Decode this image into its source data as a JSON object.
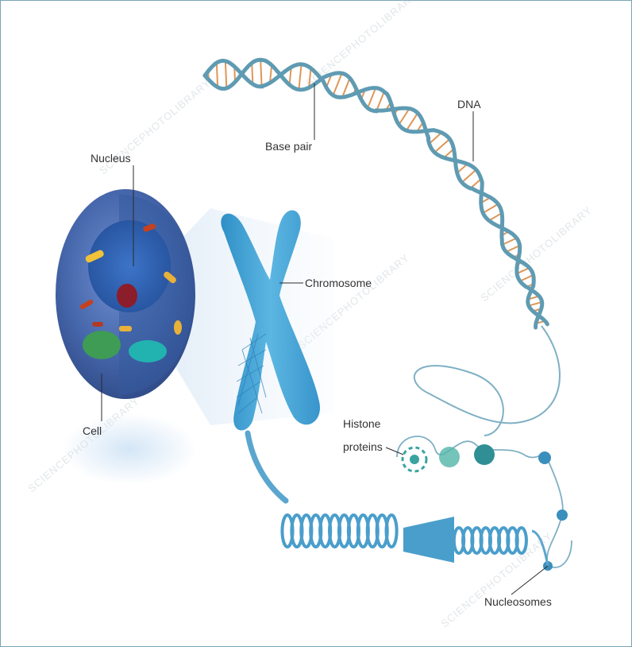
{
  "labels": {
    "base_pair": "Base pair",
    "dna": "DNA",
    "nucleus": "Nucleus",
    "chromosome": "Chromosome",
    "cell": "Cell",
    "histone_line1": "Histone",
    "histone_line2": "proteins",
    "nucleosomes": "Nucleosomes"
  },
  "watermark": "SCIENCEPHOTOLIBRARY",
  "colors": {
    "dna_strand": "#5f9bb2",
    "base_pair_rungs": "#d9843a",
    "chromosome": "#4aa6d6",
    "cell_body": "#4a6fb0",
    "nucleus": "#2f5fae",
    "frame": "#7aa3b4"
  }
}
